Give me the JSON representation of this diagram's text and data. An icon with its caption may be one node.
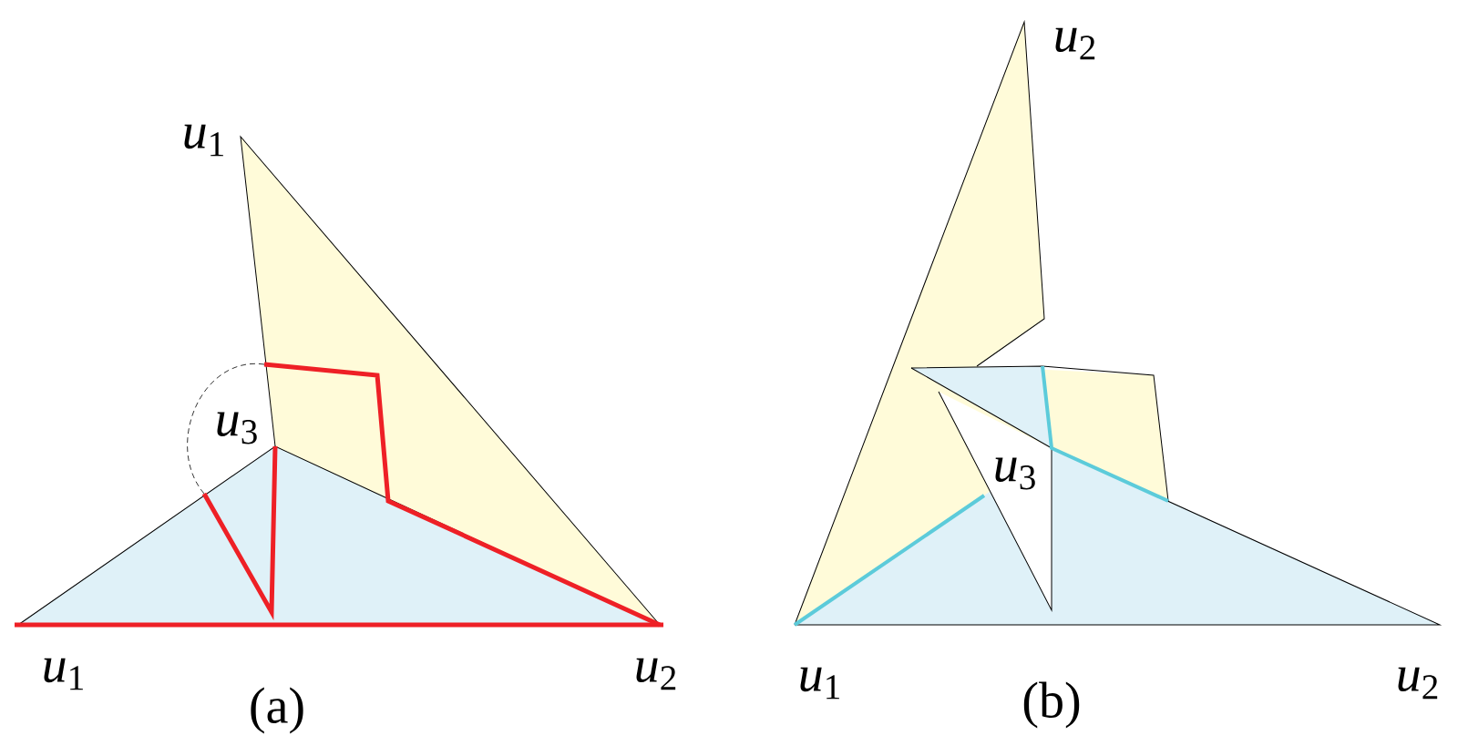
{
  "diagram": {
    "labels": [
      "*u*$_{1}$",
      "*u*$_{3}$",
      "*u*$_{1}$",
      "*u*$_{2}$",
      "(a)",
      "*u*$_{2}$",
      "*u*$_{3}$",
      "*u*$_{1}$",
      "*u*$_{2}$",
      "(b)"
    ]
  }
}
